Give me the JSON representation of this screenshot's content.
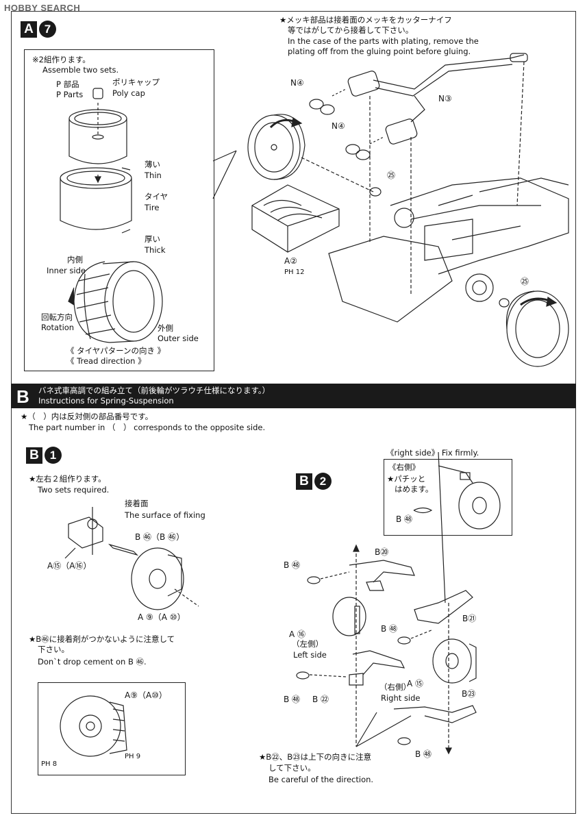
{
  "watermark": "HOBBY SEARCH",
  "stepA7": {
    "letter": "A",
    "num": "7",
    "plating_jp_1": "★メッキ部品は接着面のメッキをカッターナイフ",
    "plating_jp_2": "等ではがしてから接着して下さい。",
    "plating_en_1": "In the case of the parts with plating, remove the",
    "plating_en_2": "plating off from the gluing point before gluing.",
    "assemble_jp": "※2組作ります。",
    "assemble_en": "Assemble two sets.",
    "p_parts_jp": "P 部品",
    "p_parts_en": "P Parts",
    "polycap_jp": "ポリキャップ",
    "polycap_en": "Poly cap",
    "thin_jp": "薄い",
    "thin_en": "Thin",
    "tire_jp": "タイヤ",
    "tire_en": "Tire",
    "thick_jp": "厚い",
    "thick_en": "Thick",
    "inner_jp": "内側",
    "inner_en": "Inner side",
    "rotation_jp": "回転方向",
    "rotation_en": "Rotation",
    "outer_jp": "外側",
    "outer_en": "Outer side",
    "tread_jp": "《 タイヤパターンの向き 》",
    "tread_en": "《 Tread direction 》",
    "n4a": "N④",
    "n4b": "N④",
    "n3": "N③",
    "p25a": "㉕",
    "p25b": "㉕",
    "a2": "A②",
    "ph12": "PH 12"
  },
  "sectionB": {
    "letter": "B",
    "title_jp": "バネ式車高調での組み立て（前後輪がツラウチ仕様になります。）",
    "title_en": "Instructions for Spring-Suspension",
    "note_jp": "★（　）内は反対側の部品番号です。",
    "note_en": "The part number in （　） corresponds to the opposite side."
  },
  "stepB1": {
    "letter": "B",
    "num": "1",
    "two_sets_jp": "★左右２組作ります。",
    "two_sets_en": "Two sets required.",
    "surface_jp": "接着面",
    "surface_en": "The surface of fixing",
    "b67": "B ㊻（B ㊻）",
    "a15": "A⑮（A⑯）",
    "a9": "A ⑨（A ⑩）",
    "caution_jp_1": "★B㊻に接着剤がつかないように注意して",
    "caution_jp_2": "下さい。",
    "caution_en": "Don`t drop cement on B ㊻.",
    "inset_a9": "A⑨（A⑩）",
    "ph8": "PH 8",
    "ph9": "PH 9"
  },
  "stepB2": {
    "letter": "B",
    "num": "2",
    "right_side_en": "《right side》 Fix firmly.",
    "right_side_jp": "《右側》",
    "snap_jp_1": "★パチッと",
    "snap_jp_2": "はめます。",
    "b68_inset": "B ㊽",
    "b20": "B⑳",
    "b68a": "B ㊽",
    "a16": "A ⑯",
    "left_jp": "（左側）",
    "left_en": "Left side",
    "b68b": "B ㊽",
    "b21": "B㉑",
    "a15": "A ⑮",
    "right_jp": "（右側）",
    "right_en": "Right side",
    "b23": "B㉓",
    "b68c": "B ㊽",
    "b22": "B ㉒",
    "b68d": "B ㊽",
    "dir_jp_1": "★B㉒、B㉓は上下の向きに注意",
    "dir_jp_2": "して下さい。",
    "dir_en": "Be careful of the direction."
  }
}
